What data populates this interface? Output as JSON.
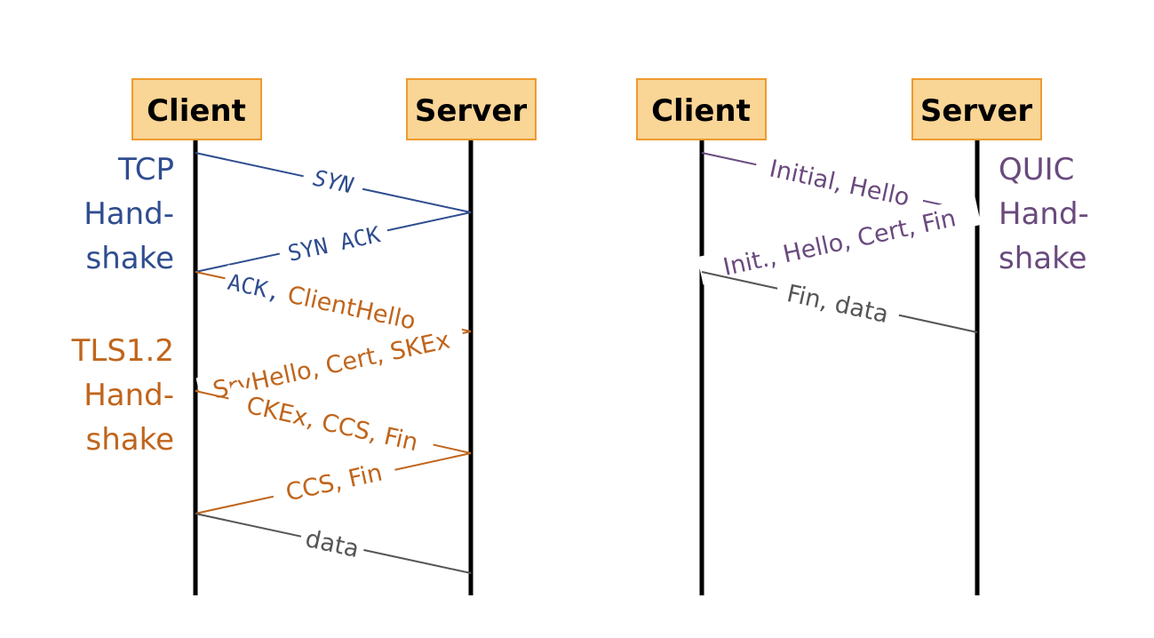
{
  "colors": {
    "box_fill": "#f9d596",
    "box_stroke": "#ee9a2e",
    "tcp": "#2f4d8f",
    "tls": "#c0651c",
    "quic": "#6a4a7e",
    "data": "#555555",
    "lifeline": "#000000"
  },
  "left": {
    "client_label": "Client",
    "server_label": "Server",
    "tcp_label": [
      "TCP",
      "Hand-",
      "shake"
    ],
    "tls_label": [
      "TLS1.2",
      "Hand-",
      "shake"
    ],
    "messages": {
      "syn": "SYN",
      "synack": "SYN ACK",
      "ack_prefix": "ACK,",
      "client_hello": " ClientHello",
      "srv_hello": "SrvHello, Cert, SKEx",
      "ckex": "CKEx, CCS, Fin",
      "ccs_fin": "CCS, Fin",
      "data": "data"
    }
  },
  "right": {
    "client_label": "Client",
    "server_label": "Server",
    "quic_label": [
      "QUIC",
      "Hand-",
      "shake"
    ],
    "messages": {
      "initial": "Initial, Hello",
      "init_reply": "Init., Hello, Cert, Fin",
      "fin_data": "Fin, data"
    }
  }
}
